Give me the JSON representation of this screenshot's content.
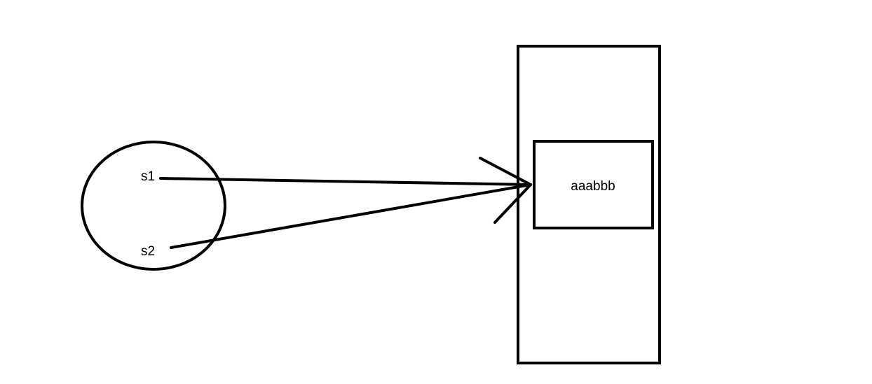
{
  "diagram": {
    "stack": {
      "variables": [
        "s1",
        "s2"
      ]
    },
    "heap": {
      "object_value": "aaabbb"
    },
    "colors": {
      "stroke": "#000000",
      "background": "#ffffff"
    }
  }
}
